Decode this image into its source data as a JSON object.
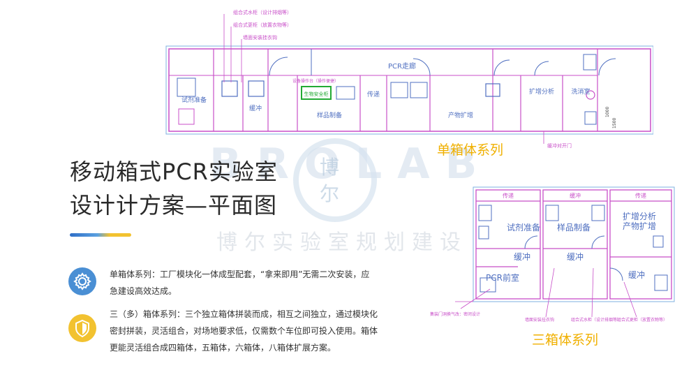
{
  "page": {
    "title_line1": "移动箱式PCR实验室",
    "title_line2": "设计计方案—平面图",
    "accent_colors": [
      "#2f6fc7",
      "#f2c230"
    ]
  },
  "watermark": {
    "logo_text": "BROLAB",
    "logo_cn_1": "博",
    "logo_cn_2": "尔",
    "subtitle": "博尔实验室规划建设"
  },
  "features": [
    {
      "icon": "gear-icon",
      "icon_color": "#4a8fd4",
      "line1": "单箱体系列：工厂模块化一体成型配套，“拿来即用”无需二次安装，应",
      "line2": "急建设高效达成。"
    },
    {
      "icon": "shield-icon",
      "icon_color": "#f2c230",
      "line1": "三（多）箱体系列：三个独立箱体拼装而成，相互之间独立，通过模块化",
      "line2": "密封拼装，灵活组合，对场地要求低，仅需数个车位即可投入使用。箱体",
      "line3": "更能灵活组合成四箱体，五箱体，六箱体，八箱体扩展方案。"
    }
  ],
  "single_plan": {
    "caption": "单箱体系列",
    "callout_1": "组合式水柜（设计排烟等）",
    "callout_2": "组合式更柜（放置衣物等）",
    "callout_3": "墙面安装挂衣钩",
    "corridor": "PCR走廊",
    "rooms": [
      "试剂准备",
      "缓冲",
      "样品制备",
      "传递",
      "产物扩增",
      "扩增分析",
      "洗消室"
    ],
    "equip_1": "生物安全柜",
    "equip_2": "设备操作台（操作便捷）",
    "dim_1": "1000",
    "dim_2": "1500",
    "door_note": "缓冲对开门"
  },
  "triple_plan": {
    "caption": "三箱体系列",
    "rooms": [
      "试剂准备",
      "样品制备",
      "扩增分析",
      "产物扩增",
      "缓冲",
      "缓冲",
      "缓冲",
      "PCR前室"
    ],
    "callout_1": "集装门洞换气改：密闭设计",
    "callout_2": "墙面安装挂衣钩",
    "callout_3": "组合式水柜（设计排烟等）",
    "callout_4": "组合式更柜（放置衣物等）",
    "top_labels": [
      "传递",
      "缓冲",
      "传递"
    ]
  }
}
